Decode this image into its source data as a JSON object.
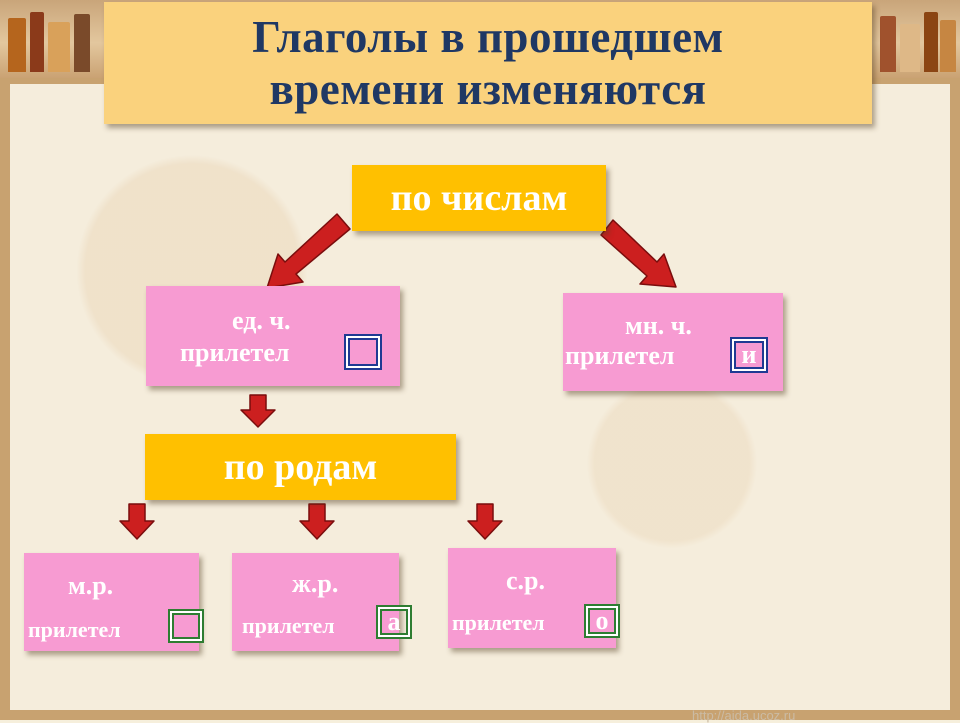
{
  "title": {
    "line1": "Глаголы в прошедшем",
    "line2": "времени изменяются"
  },
  "nodes": {
    "by_number": "по числам",
    "singular": {
      "label": "ед. ч.",
      "verb": "прилетел",
      "ending": ""
    },
    "plural": {
      "label": "мн. ч.",
      "verb": "прилетел",
      "ending": "и"
    },
    "by_gender": "по родам",
    "masculine": {
      "label": "м.р.",
      "verb": "прилетел",
      "ending": ""
    },
    "feminine": {
      "label": "ж.р.",
      "verb": "прилетел",
      "ending": "а"
    },
    "neuter": {
      "label": "с.р.",
      "verb": "прилетел",
      "ending": "о"
    }
  },
  "footer": {
    "url": "http://aida.ucoz.ru"
  },
  "colors": {
    "title_bg": "#fad27d",
    "title_text": "#1f3864",
    "yellow_box": "#ffc000",
    "pink_box": "#f79bd2",
    "arrow_red": "#cc1f1f",
    "box_blue": "#1f3a93",
    "box_green": "#2e7d32"
  }
}
